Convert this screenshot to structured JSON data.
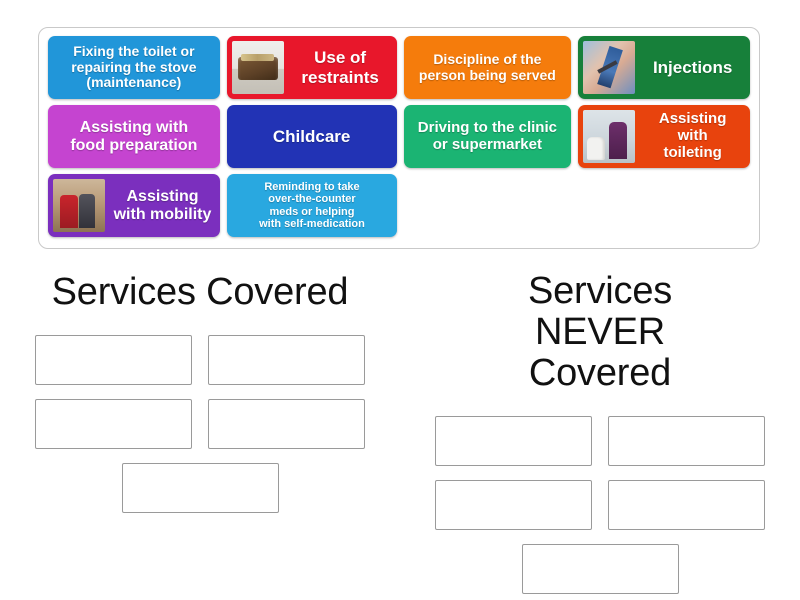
{
  "activity": {
    "type": "group-sort",
    "tray": {
      "name": "draggable-tile-tray",
      "tiles": [
        {
          "id": "tile-maintenance",
          "label": "Fixing the toilet or\nrepairing the stove\n(maintenance)",
          "color": "#2196d9",
          "font_size": 14,
          "width": 172,
          "image": null
        },
        {
          "id": "tile-restraints",
          "label": "Use of\nrestraints",
          "color": "#e8172b",
          "font_size": 17,
          "width": 170,
          "image": "restraint-device-photo"
        },
        {
          "id": "tile-discipline",
          "label": "Discipline of the\nperson being served",
          "color": "#f57c0c",
          "font_size": 14,
          "width": 168,
          "image": null
        },
        {
          "id": "tile-injections",
          "label": "Injections",
          "color": "#17803a",
          "font_size": 17,
          "width": 172,
          "image": "injection-photo"
        },
        {
          "id": "tile-food-prep",
          "label": "Assisting with\nfood preparation",
          "color": "#c544d0",
          "font_size": 16,
          "width": 172,
          "image": null
        },
        {
          "id": "tile-childcare",
          "label": "Childcare",
          "color": "#2233b5",
          "font_size": 17,
          "width": 170,
          "image": null
        },
        {
          "id": "tile-driving",
          "label": "Driving to the clinic\nor supermarket",
          "color": "#1bb473",
          "font_size": 15,
          "width": 168,
          "image": null
        },
        {
          "id": "tile-toileting",
          "label": "Assisting\nwith\ntoileting",
          "color": "#e8430d",
          "font_size": 15,
          "width": 172,
          "image": "toileting-assist-photo"
        },
        {
          "id": "tile-mobility",
          "label": "Assisting\nwith mobility",
          "color": "#7b2fbe",
          "font_size": 16,
          "width": 172,
          "image": "mobility-walker-photo"
        },
        {
          "id": "tile-medication",
          "label": "Reminding to take\nover-the-counter\nmeds or helping\nwith self-medication",
          "color": "#29a8e0",
          "font_size": 11,
          "width": 170,
          "image": null
        }
      ]
    },
    "columns": [
      {
        "id": "column-services-covered",
        "title": "Services Covered",
        "slot_count": 5,
        "slots": [
          "",
          "",
          "",
          "",
          ""
        ]
      },
      {
        "id": "column-services-never-covered",
        "title": "Services NEVER Covered",
        "slot_count": 5,
        "slots": [
          "",
          "",
          "",
          "",
          ""
        ]
      }
    ],
    "colors": {
      "page_background": "#ffffff",
      "tray_border": "#c9c9c9",
      "slot_border": "#9a9a9a",
      "title_text": "#111111",
      "tile_text": "#ffffff"
    }
  }
}
